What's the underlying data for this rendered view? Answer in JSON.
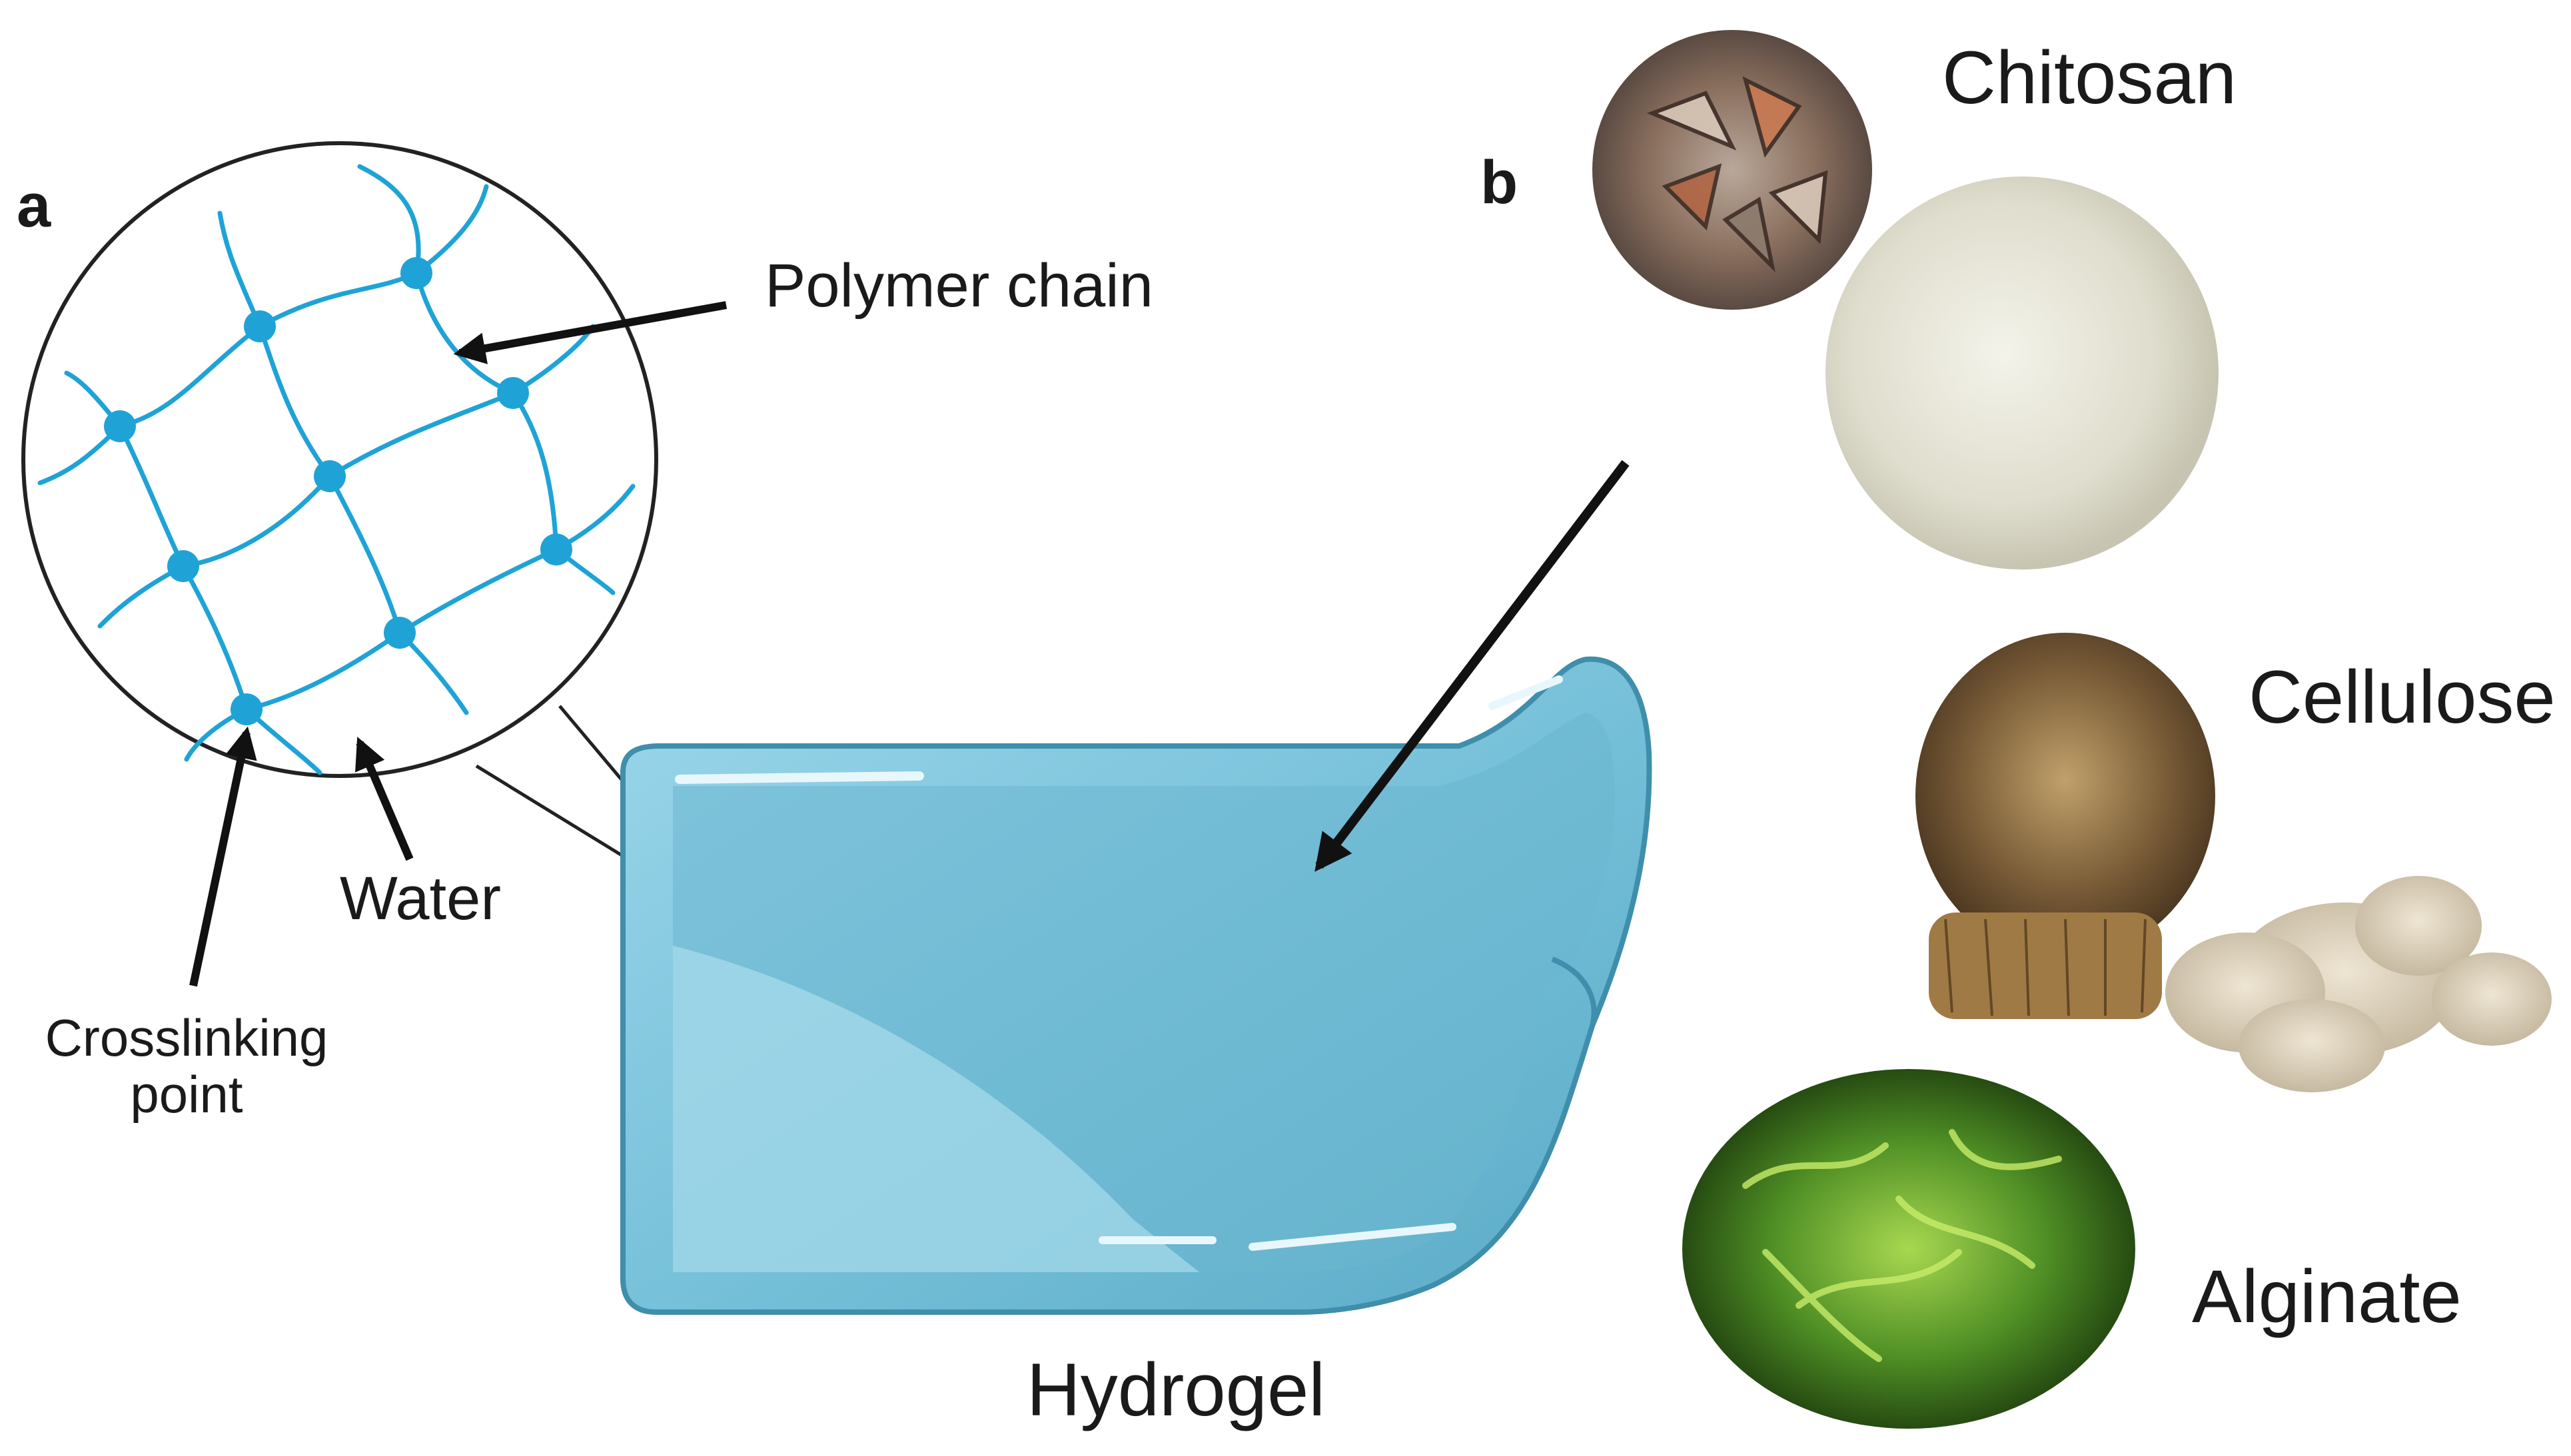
{
  "panels": {
    "a": "a",
    "b": "b"
  },
  "network": {
    "polymer_chain": "Polymer chain",
    "water": "Water",
    "crosslinking_line1": "Crosslinking",
    "crosslinking_line2": "point"
  },
  "hydrogel": {
    "label": "Hydrogel",
    "color": "#7ac4dc"
  },
  "sources": {
    "chitosan": "Chitosan",
    "cellulose": "Cellulose",
    "alginate": "Alginate"
  },
  "colors": {
    "network": "#1fa3d6",
    "arrow": "#111111"
  }
}
